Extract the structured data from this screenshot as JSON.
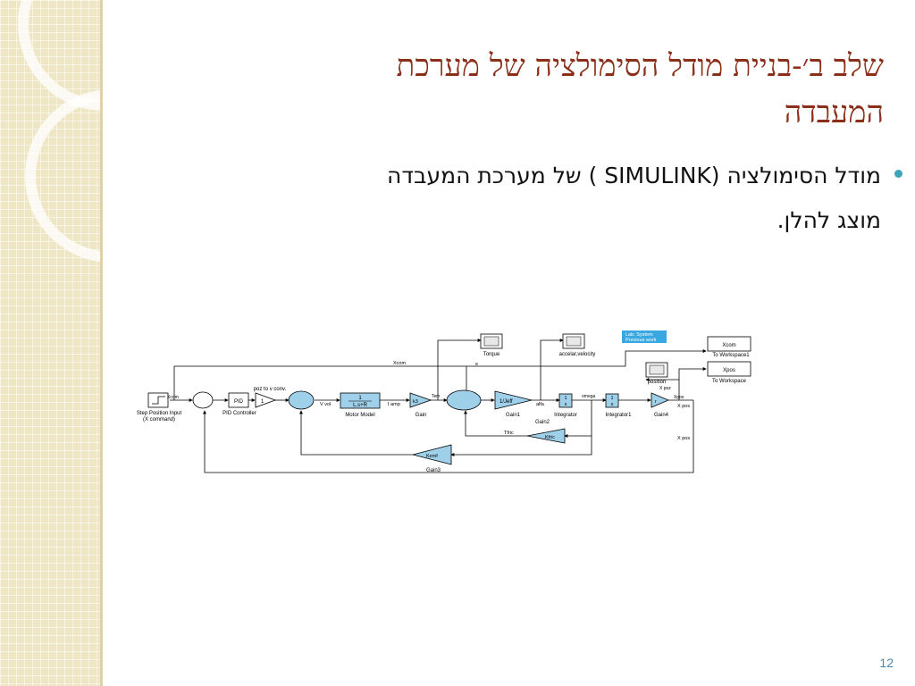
{
  "slide": {
    "title_line1": "שלב ב׳-בניית מודל הסימולציה של מערכת",
    "title_line2": "המעבדה",
    "bullet_line1": "מודל הסימולציה (SIMULINK ) של מערכת המעבדה",
    "bullet_line2": "מוצג להלן.",
    "page_number": "12",
    "accent_color": "#3da5b8",
    "title_color": "#8b2f1a"
  },
  "diagram": {
    "blocks": {
      "step": "Step Position Input",
      "step2": "(X command)",
      "pid": "PID",
      "pid_label": "PID Controller",
      "conv": "1",
      "conv_label": "poz to  v conv.",
      "motor_top": "1",
      "motor_bot": "L.s+R",
      "motor_label": "Motor Model",
      "gain": "k3",
      "gain_label": "Gain",
      "gain1": "1/Jeff",
      "gain1_label": "Gain1",
      "integ_top": "1",
      "integ_bot": "s",
      "integ_label": "Integrator",
      "integ1_label": "Integrator1",
      "gain4": "r",
      "gain4_label": "Gain4",
      "kfric": "Kfric",
      "gain2_label": "Gain2",
      "kemf": "Kemf",
      "gain3_label": "Gain3",
      "torque": "Torque",
      "accel": "accelar,velocity",
      "position": "position",
      "labsys1": "Lab. System",
      "labsys2": "Previous work",
      "xcom_ws": "Xcom",
      "xcom_ws_label": "To Workspace1",
      "xpos_ws": "Xpos",
      "xpos_ws_label": "To Workspace"
    },
    "signals": {
      "xcom": "Xcom",
      "xcom2": "Xcom",
      "vvol": "V vol",
      "iamp": "I amp",
      "tem": "Tem",
      "alfa": "alfa",
      "omega": "omega",
      "xpoz": "X poz",
      "xpos": "X pos",
      "xpos2": "X pos",
      "tfric": "Tfric",
      "e": "e",
      "xpos_right": "Xpos"
    }
  }
}
